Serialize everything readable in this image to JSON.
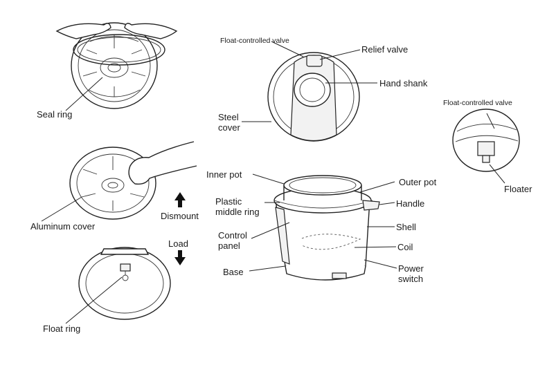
{
  "labels": {
    "seal_ring": "Seal ring",
    "aluminum_cover": "Aluminum cover",
    "float_ring": "Float ring",
    "dismount": "Dismount",
    "load": "Load",
    "float_valve_top": "Float-controlled valve",
    "relief_valve": "Relief valve",
    "hand_shank": "Hand shank",
    "steel_cover": "Steel\ncover",
    "float_valve_detail": "Float-controlled valve",
    "floater": "Floater",
    "inner_pot": "Inner pot",
    "outer_pot": "Outer pot",
    "plastic_middle_ring": "Plastic\nmiddle ring",
    "handle": "Handle",
    "shell": "Shell",
    "control_panel": "Control\npanel",
    "coil": "Coil",
    "base": "Base",
    "power_switch": "Power\nswitch"
  },
  "arrows": {
    "dismount": "up-arrow-icon",
    "load": "down-arrow-icon"
  },
  "colors": {
    "line": "#222222",
    "text": "#1a1a1a",
    "background": "#ffffff"
  }
}
